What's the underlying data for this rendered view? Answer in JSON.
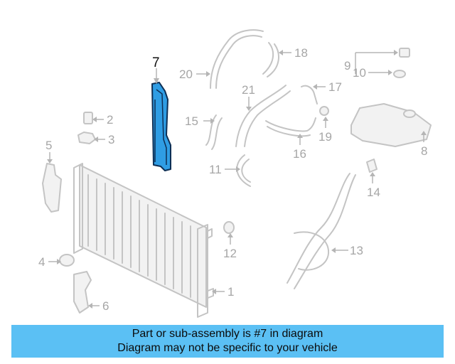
{
  "diagram": {
    "callouts": [
      "1",
      "2",
      "3",
      "4",
      "5",
      "6",
      "7",
      "8",
      "9",
      "10",
      "11",
      "12",
      "13",
      "14",
      "15",
      "16",
      "17",
      "18",
      "19",
      "20",
      "21"
    ],
    "highlighted_part": "7",
    "colors": {
      "highlight": "#2f9de4",
      "banner": "#5bc0f4",
      "part_line": "#c4c4c4"
    }
  },
  "banner": {
    "line1": "Part or sub-assembly is #7 in diagram",
    "line2": "Diagram may not be specific to your vehicle"
  }
}
